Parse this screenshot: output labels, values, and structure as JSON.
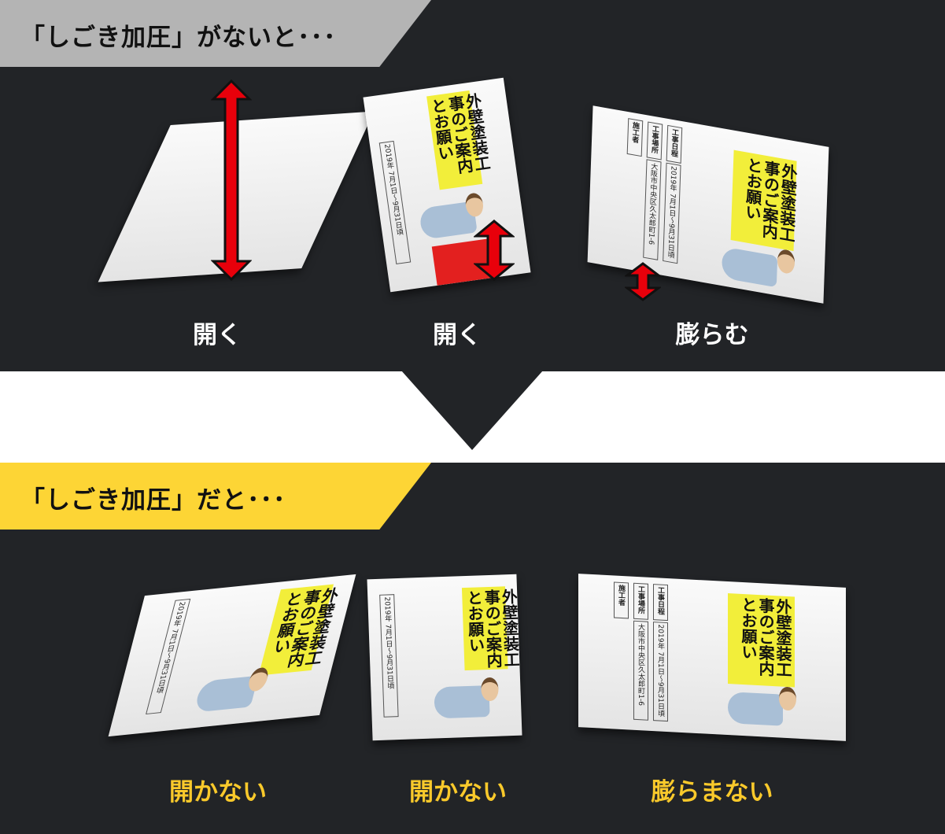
{
  "top_section": {
    "banner": "「しごき加圧」がないと･･･",
    "banner_color": "#b4b4b4",
    "captions": [
      "開く",
      "開く",
      "膨らむ"
    ]
  },
  "bottom_section": {
    "banner": "「しごき加圧」だと･･･",
    "banner_color": "#fdd535",
    "captions": [
      "開かない",
      "開かない",
      "膨らまない"
    ]
  },
  "flyer": {
    "title": "外壁塗装工事のご案内とお願い",
    "period": "2019年 7月1日～9月31日頃",
    "address": "大阪市中央区久太郎町1-6",
    "labels": [
      "工事日程",
      "工事場所",
      "施工者"
    ]
  },
  "colors": {
    "background": "#222427",
    "arrow": "#e8000b",
    "caption_bottom": "#f9c92b"
  }
}
